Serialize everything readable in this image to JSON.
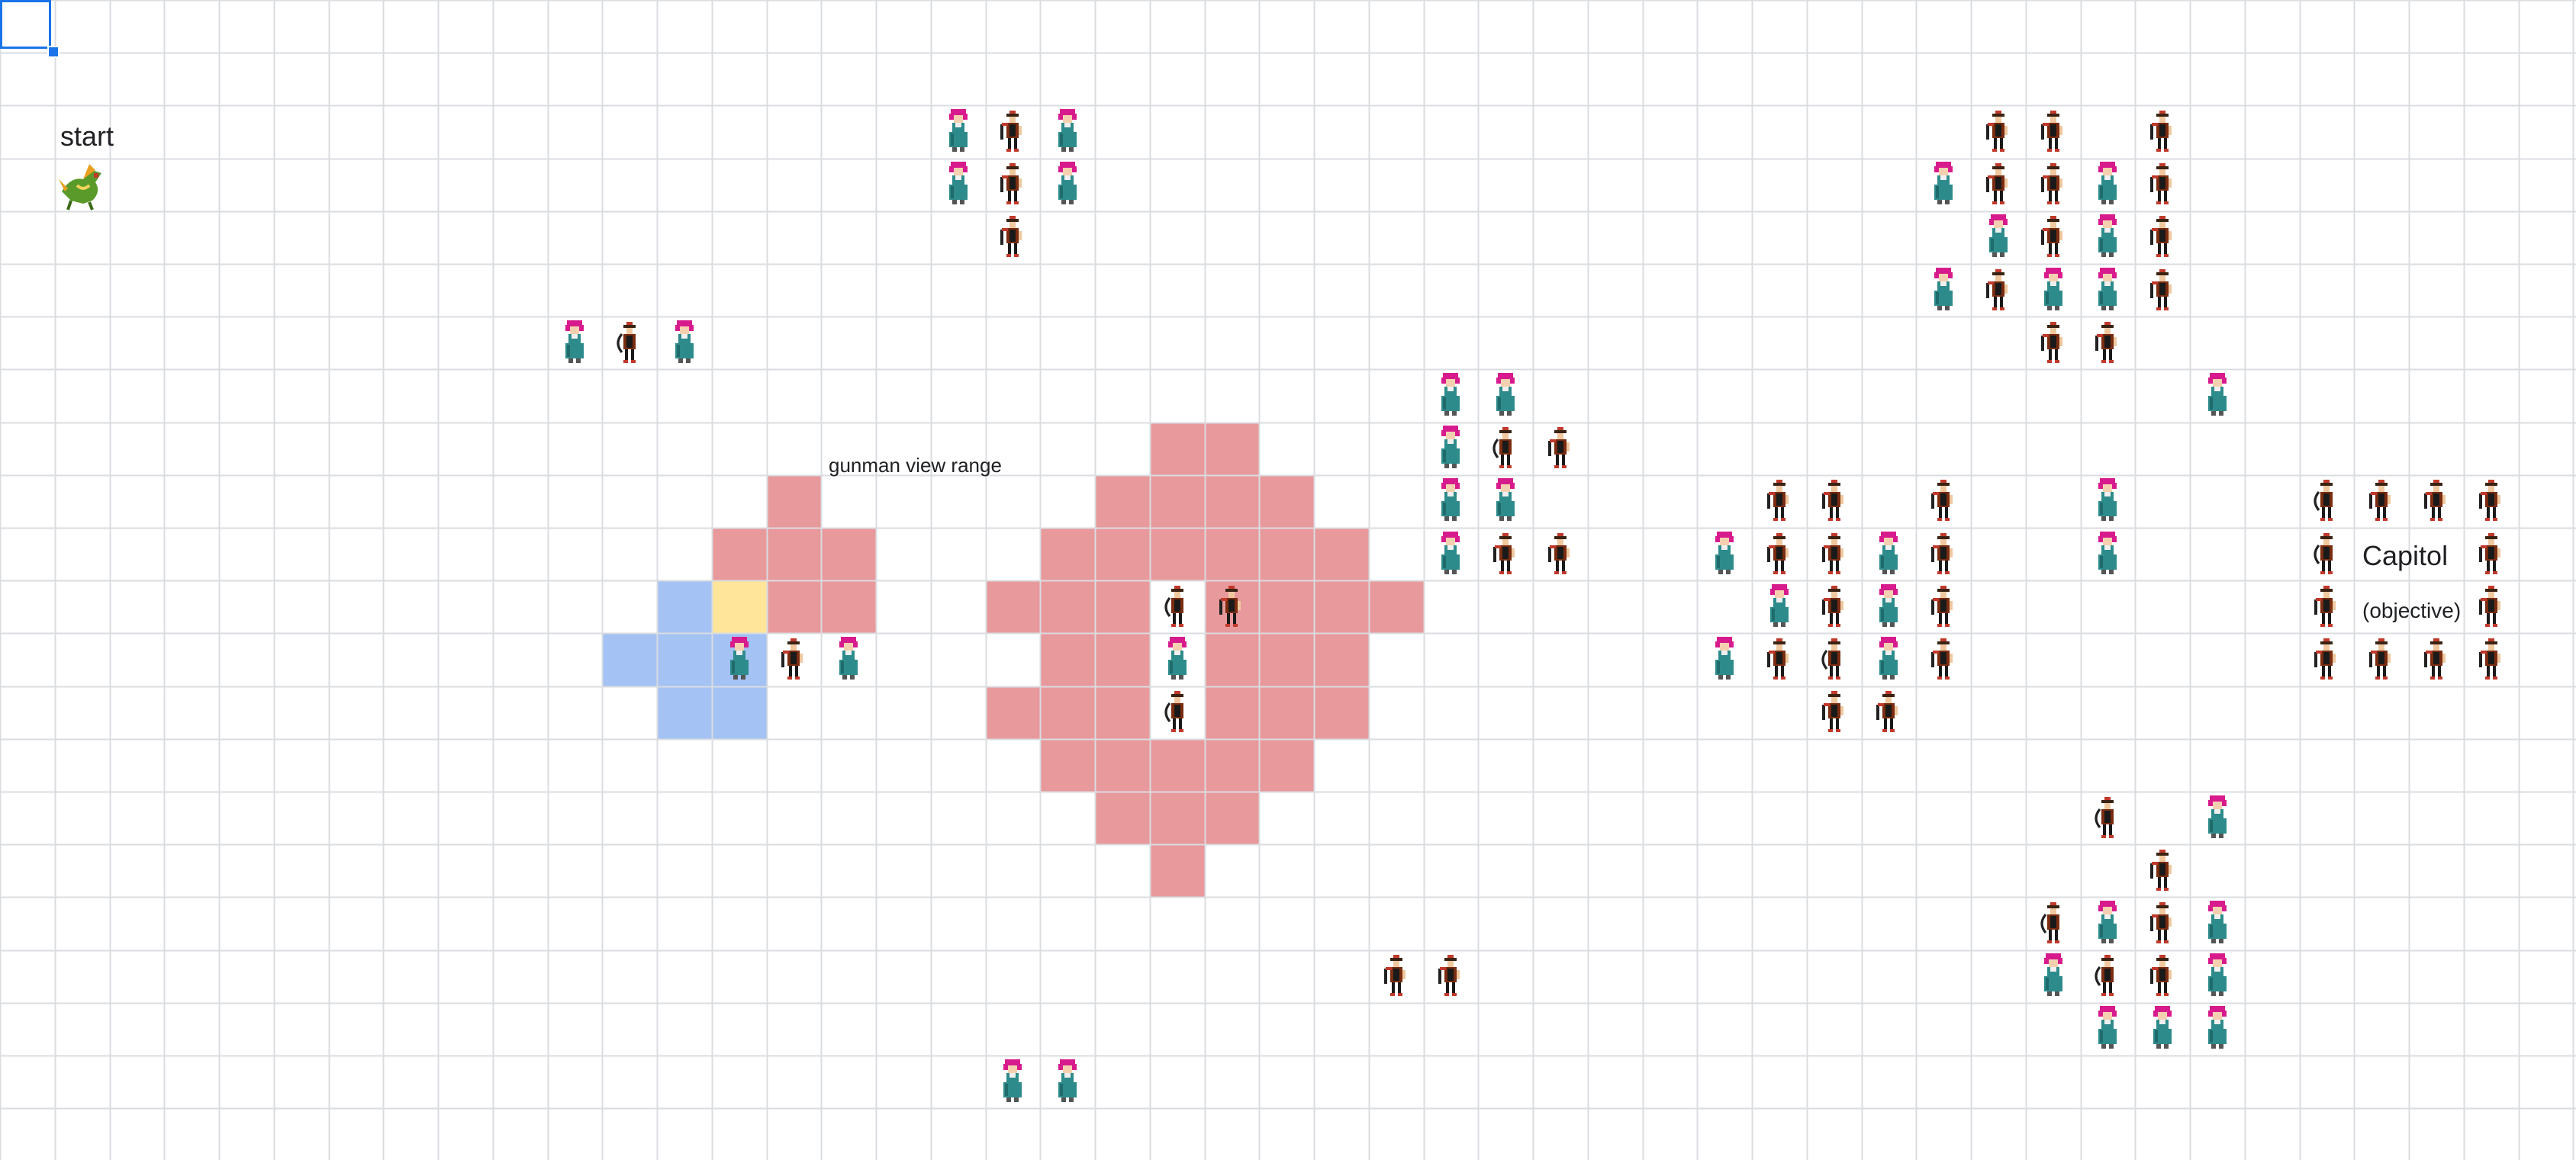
{
  "colors": {
    "grid_line": "#dadce0",
    "range_red": "#e8999b",
    "move_blue": "#a4c2f4",
    "selected_yellow": "#ffe599",
    "selection": "#1a73e8"
  },
  "labels": {
    "start": "start",
    "view_range": "gunman view range",
    "capitol": "Capitol",
    "objective": "(objective)"
  },
  "icons": {
    "player": "dragon-icon",
    "gunman": "gunman-icon",
    "maiden": "maiden-icon",
    "archer": "archer-icon"
  }
}
